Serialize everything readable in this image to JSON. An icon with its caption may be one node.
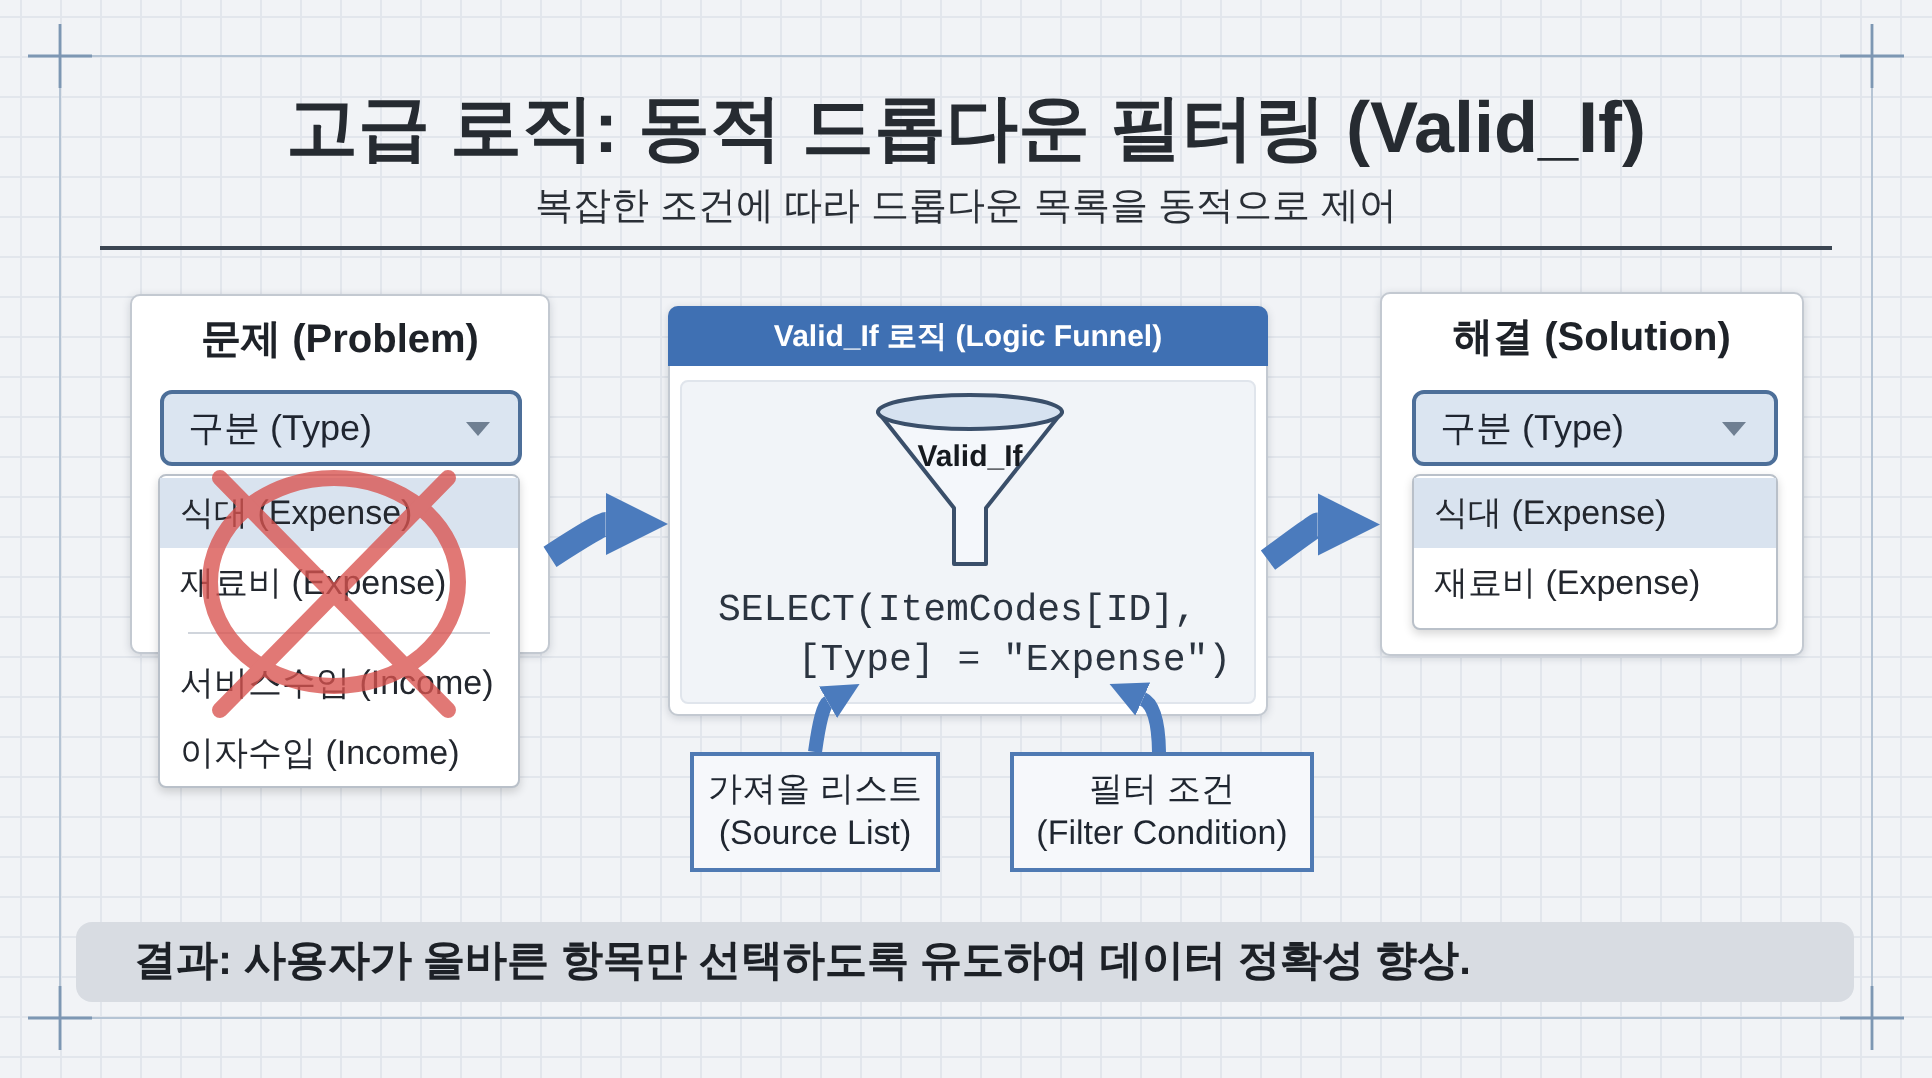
{
  "diagram": {
    "title": "고급 로직: 동적 드롭다운 필터링 (Valid_If)",
    "nodes": [
      {
        "text": [
          "문제 (Problem)"
        ]
      },
      {
        "text": [
          "구분 (Type)"
        ],
        "in": 0
      },
      {
        "text": [
          "식대 (Expense)",
          "재료비 (Expense)",
          "서비스수입 (Income)",
          "이자수입 (Income)"
        ]
      },
      {
        "text": [
          "Valid_If 로직 (Logic Funnel)"
        ]
      },
      {
        "text": [
          "Valid_If"
        ],
        "in": 3
      },
      {
        "text": [
          "SELECT(ItemCodes[ID], [Type] = \"Expense\")"
        ],
        "in": 3
      },
      {
        "text": [
          "가져올 리스트",
          "(Source List)"
        ]
      },
      {
        "text": [
          "필터 조건",
          "(Filter Condition)"
        ]
      },
      {
        "text": [
          "해결 (Solution)"
        ]
      },
      {
        "text": [
          "구분 (Type)"
        ],
        "in": 8
      },
      {
        "text": [
          "식대 (Expense)",
          "재료비 (Expense)"
        ],
        "in": 8
      },
      {
        "text": [
          "결과: 사용자가 올바른 항목만 선택하도록 유도하여 데이터 정확성 향상."
        ]
      }
    ],
    "edges": [
      {
        "from": 0,
        "to": 3,
        "arrow": "to"
      },
      {
        "from": 3,
        "to": 8,
        "arrow": "to"
      },
      {
        "from": 6,
        "to": 5,
        "arrow": "to"
      },
      {
        "from": 7,
        "to": 5,
        "arrow": "to"
      }
    ],
    "labels": [
      "복잡한 조건에 따라 드롭다운 목록을 동적으로 제어"
    ]
  }
}
